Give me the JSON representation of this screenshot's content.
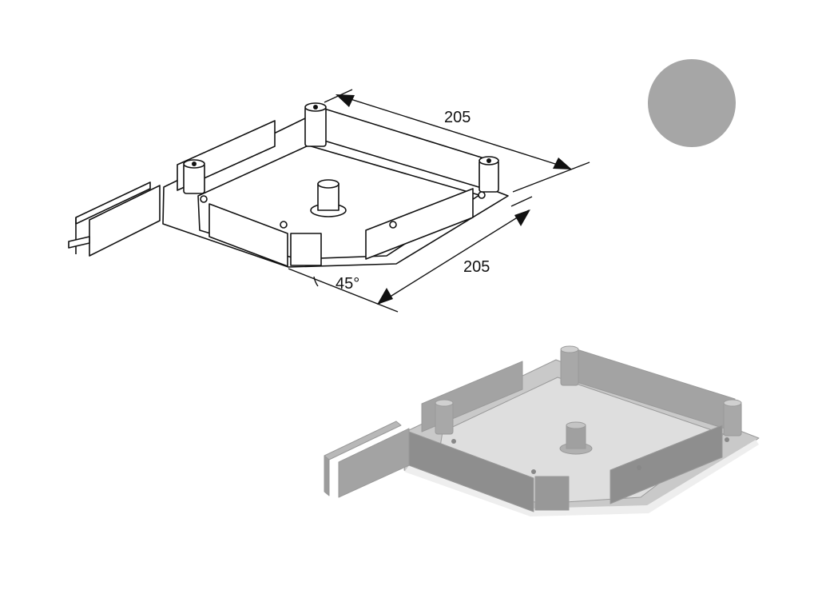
{
  "dimensions": {
    "top_length": "205",
    "bottom_length": "205",
    "corner_angle": "45°"
  },
  "colors": {
    "swatch": "#a6a6a6",
    "line": "#111111",
    "render_wall": "#a3a3a3",
    "render_wall_dark": "#8e8e8e",
    "render_floor": "#dedede",
    "render_rim": "#c9c9c9"
  },
  "icons": {
    "swatch": "color-swatch-circle",
    "arrow": "dimension-arrowhead"
  }
}
